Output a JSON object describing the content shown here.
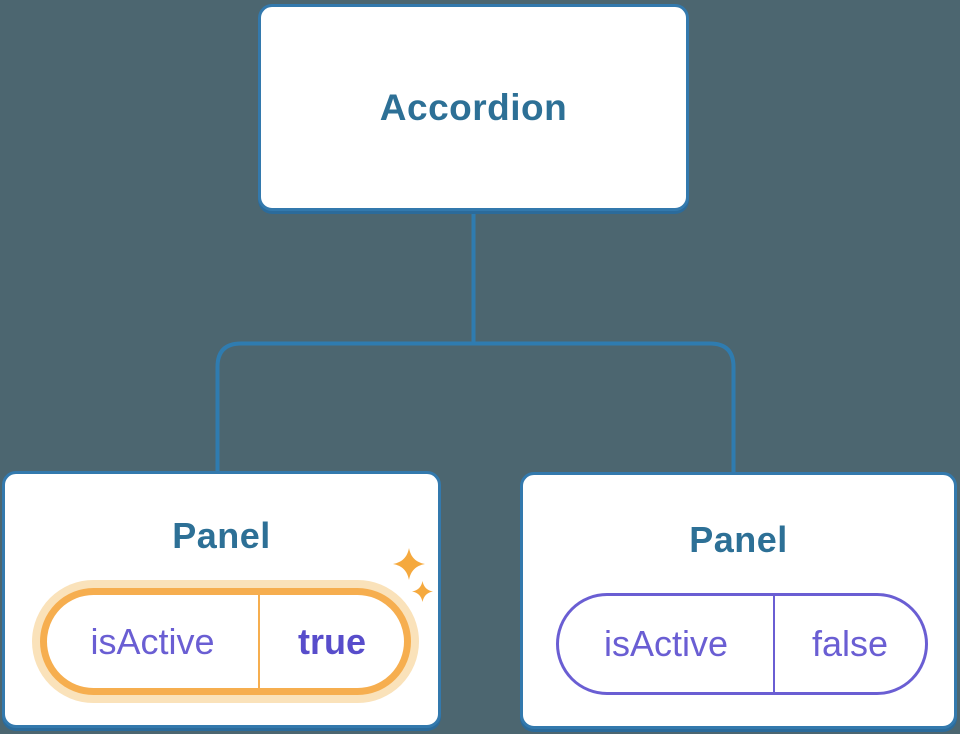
{
  "colors": {
    "bg": "#4C6670",
    "line": "#2F7CB0",
    "node_border": "#3379AD",
    "node_shadow": "#2B6B9B",
    "title": "#2D7096",
    "purple": "#6A5ED3",
    "purple_bold": "#584DCB",
    "orange": "#F6AE4F",
    "orange_glow": "#FAE2BA",
    "sparkle": "#F5A93E"
  },
  "tree": {
    "root": {
      "label": "Accordion"
    },
    "children": [
      {
        "title": "Panel",
        "active": true,
        "state": {
          "key": "isActive",
          "value": "true"
        }
      },
      {
        "title": "Panel",
        "active": false,
        "state": {
          "key": "isActive",
          "value": "false"
        }
      }
    ]
  }
}
